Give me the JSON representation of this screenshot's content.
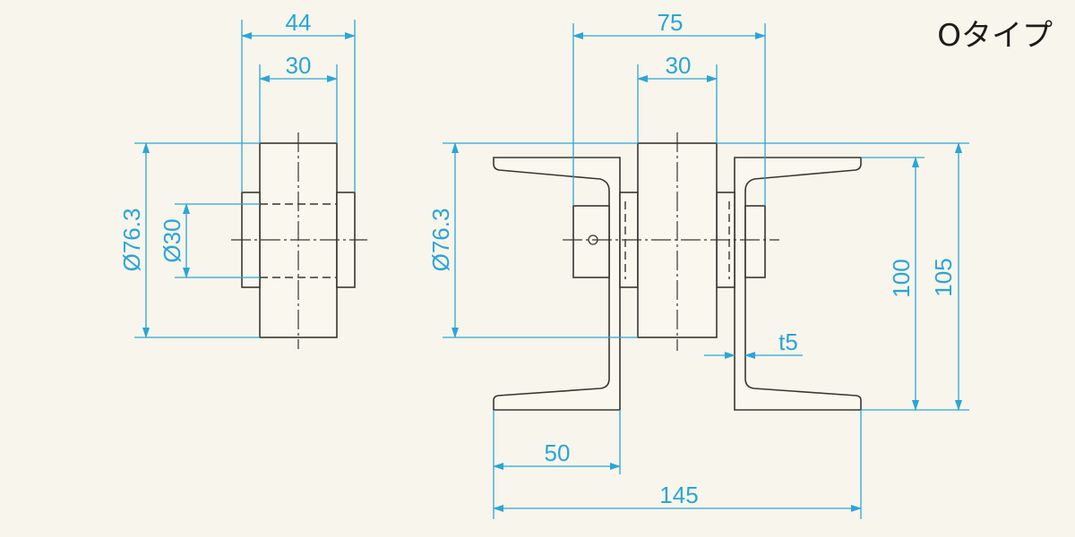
{
  "title": "Oタイプ",
  "colors": {
    "background": "#f8f5ec",
    "outline": "#3a3630",
    "dimension": "#2aa6d6"
  },
  "side_view": {
    "width_overall": "44",
    "width_roller": "30",
    "diameter_roller": "Ø76.3",
    "diameter_shaft": "Ø30"
  },
  "front_view": {
    "width_bolt_span": "75",
    "width_roller": "30",
    "diameter_roller": "Ø76.3",
    "height_inner": "100",
    "height_outer": "105",
    "thickness": "t5",
    "width_half": "50",
    "width_overall": "145"
  }
}
